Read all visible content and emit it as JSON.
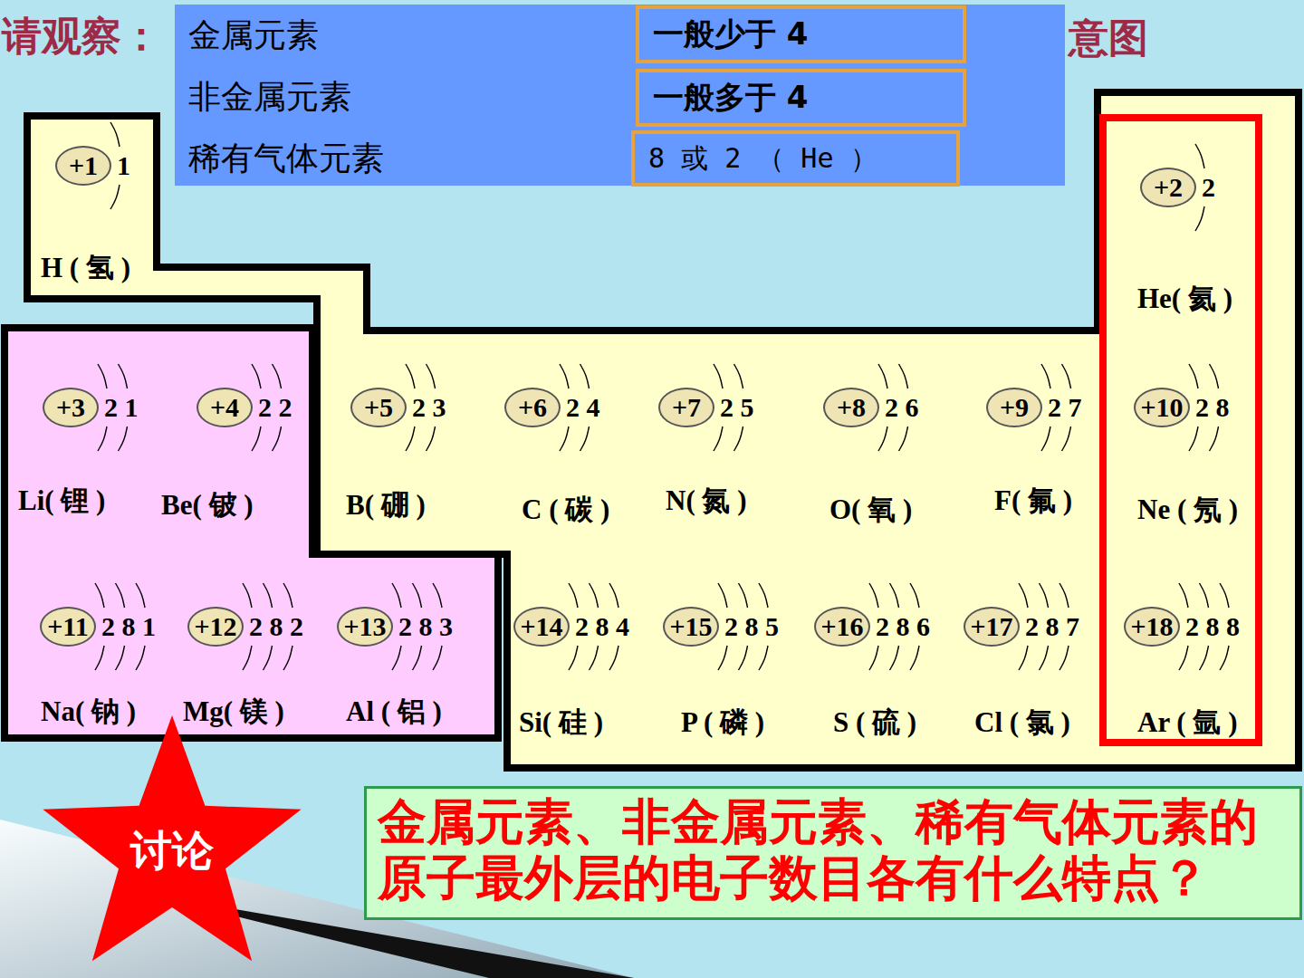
{
  "diagram": {
    "nodes": [
      {
        "text": [
          "金属元素",
          "非金属元素",
          "稀有气体元素"
        ]
      },
      {
        "text": [
          "一般少于 4"
        ],
        "in": 0
      },
      {
        "text": [
          "一般多于 4"
        ],
        "in": 0
      },
      {
        "text": [
          "8 或 2 （ He ）"
        ],
        "in": 0
      },
      {
        "text": [
          "+1",
          "1",
          "H ( 氢 )"
        ]
      },
      {
        "text": [
          "+2",
          "2",
          "He( 氦 )"
        ]
      },
      {
        "text": [
          "+3",
          "2 1",
          "Li( 锂 )"
        ]
      },
      {
        "text": [
          "+4",
          "2 2",
          "Be( 铍 )"
        ]
      },
      {
        "text": [
          "+5",
          "2 3",
          "B( 硼 )"
        ]
      },
      {
        "text": [
          "+6",
          "2 4",
          "C ( 碳 )"
        ]
      },
      {
        "text": [
          "+7",
          "2 5",
          "N( 氮 )"
        ]
      },
      {
        "text": [
          "+8",
          "2 6",
          "O( 氧 )"
        ]
      },
      {
        "text": [
          "+9",
          "2 7",
          "F( 氟 )"
        ]
      },
      {
        "text": [
          "+10",
          "2 8",
          "Ne ( 氖 )"
        ]
      },
      {
        "text": [
          "+11",
          "2 8 1",
          "Na( 钠 )"
        ]
      },
      {
        "text": [
          "+12",
          "2 8 2",
          "Mg( 镁 )"
        ]
      },
      {
        "text": [
          "+13",
          "2 8 3",
          "Al ( 铝 )"
        ]
      },
      {
        "text": [
          "+14",
          "2 8 4",
          "Si( 硅 )"
        ]
      },
      {
        "text": [
          "+15",
          "2 8 5",
          "P ( 磷 )"
        ]
      },
      {
        "text": [
          "+16",
          "2 8 6",
          "S ( 硫 )"
        ]
      },
      {
        "text": [
          "+17",
          "2 8 7",
          "Cl ( 氯 )"
        ]
      },
      {
        "text": [
          "+18",
          "2 8 8",
          "Ar ( 氩 )"
        ]
      },
      {
        "text": [
          "讨论"
        ]
      },
      {
        "text": [
          "金属元素、非金属元素、稀有气体元素的原子最外层的电子数目各有什么特点？"
        ]
      }
    ],
    "labels": [
      "请观察：",
      "意图"
    ]
  }
}
